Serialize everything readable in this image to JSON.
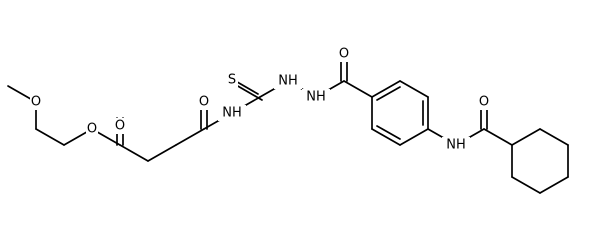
{
  "molecule": {
    "atom_labels": {
      "o_methoxy": "O",
      "o_ester": "O",
      "o_ester_carbonyl": "O",
      "o_amide_carbonyl": "O",
      "nh_thioamide": "NH",
      "s_thione": "S",
      "nh_hydrazine_a": "NH",
      "nh_hydrazine_b": "NH",
      "o_benzoyl": "O",
      "nh_anilide": "NH",
      "o_cyclohexyl_carbonyl": "O"
    }
  }
}
